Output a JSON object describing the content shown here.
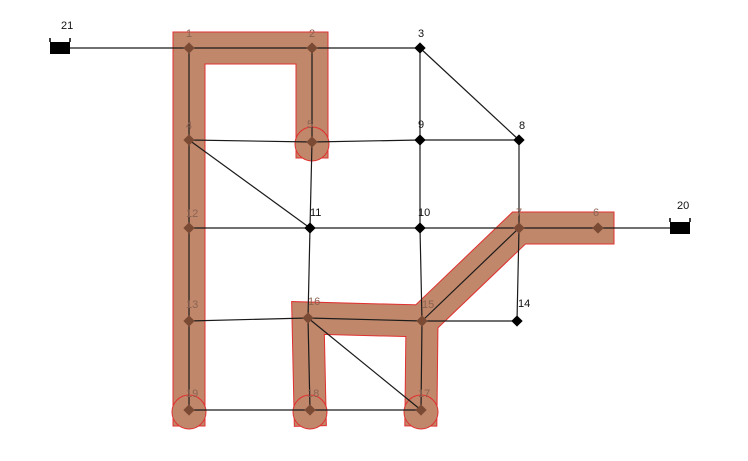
{
  "colors": {
    "background": "#ffffff",
    "pipe": "#1a1a1a",
    "node": "#000000",
    "highlight_fill": "#c0876a",
    "highlight_stroke": "#e03030",
    "label": "#111111",
    "label_on_highlight": "#8a6352"
  },
  "nodes": [
    {
      "id": "1",
      "label": "1",
      "highlighted": true
    },
    {
      "id": "2",
      "label": "2",
      "highlighted": true
    },
    {
      "id": "3",
      "label": "3",
      "highlighted": false
    },
    {
      "id": "4",
      "label": "4",
      "highlighted": true
    },
    {
      "id": "5",
      "label": "5",
      "highlighted": true
    },
    {
      "id": "6",
      "label": "6",
      "highlighted": true
    },
    {
      "id": "7",
      "label": "7",
      "highlighted": true
    },
    {
      "id": "8",
      "label": "8",
      "highlighted": false
    },
    {
      "id": "9",
      "label": "9",
      "highlighted": false
    },
    {
      "id": "10",
      "label": "10",
      "highlighted": false
    },
    {
      "id": "11",
      "label": "11",
      "highlighted": false
    },
    {
      "id": "12",
      "label": "12",
      "highlighted": true
    },
    {
      "id": "13",
      "label": "13",
      "highlighted": true
    },
    {
      "id": "14",
      "label": "14",
      "highlighted": false
    },
    {
      "id": "15",
      "label": "15",
      "highlighted": true
    },
    {
      "id": "16",
      "label": "16",
      "highlighted": true
    },
    {
      "id": "17",
      "label": "17",
      "highlighted": true
    },
    {
      "id": "18",
      "label": "18",
      "highlighted": true
    },
    {
      "id": "19",
      "label": "19",
      "highlighted": true
    }
  ],
  "reservoirs": [
    {
      "id": "21",
      "label": "21"
    },
    {
      "id": "20",
      "label": "20"
    }
  ],
  "pipes": [
    [
      "21",
      "1"
    ],
    [
      "1",
      "2"
    ],
    [
      "2",
      "3"
    ],
    [
      "3",
      "9"
    ],
    [
      "3",
      "8"
    ],
    [
      "1",
      "4"
    ],
    [
      "2",
      "5"
    ],
    [
      "4",
      "5"
    ],
    [
      "5",
      "9"
    ],
    [
      "9",
      "8"
    ],
    [
      "9",
      "10"
    ],
    [
      "8",
      "7"
    ],
    [
      "4",
      "12"
    ],
    [
      "4",
      "11"
    ],
    [
      "5",
      "11"
    ],
    [
      "12",
      "11"
    ],
    [
      "11",
      "10"
    ],
    [
      "10",
      "7"
    ],
    [
      "7",
      "6"
    ],
    [
      "6",
      "20"
    ],
    [
      "12",
      "13"
    ],
    [
      "11",
      "16"
    ],
    [
      "10",
      "15"
    ],
    [
      "7",
      "14"
    ],
    [
      "7",
      "15"
    ],
    [
      "13",
      "16"
    ],
    [
      "16",
      "15"
    ],
    [
      "15",
      "14"
    ],
    [
      "13",
      "19"
    ],
    [
      "16",
      "18"
    ],
    [
      "16",
      "17"
    ],
    [
      "15",
      "17"
    ],
    [
      "19",
      "18"
    ],
    [
      "18",
      "17"
    ]
  ],
  "highlight_paths": [
    [
      "1",
      "2",
      "5"
    ],
    [
      "1",
      "4",
      "12",
      "13",
      "19"
    ],
    [
      "18",
      "16",
      "15",
      "7",
      "6"
    ],
    [
      "15",
      "17"
    ]
  ],
  "highlight_end_nodes": [
    "5",
    "19",
    "18",
    "17"
  ]
}
